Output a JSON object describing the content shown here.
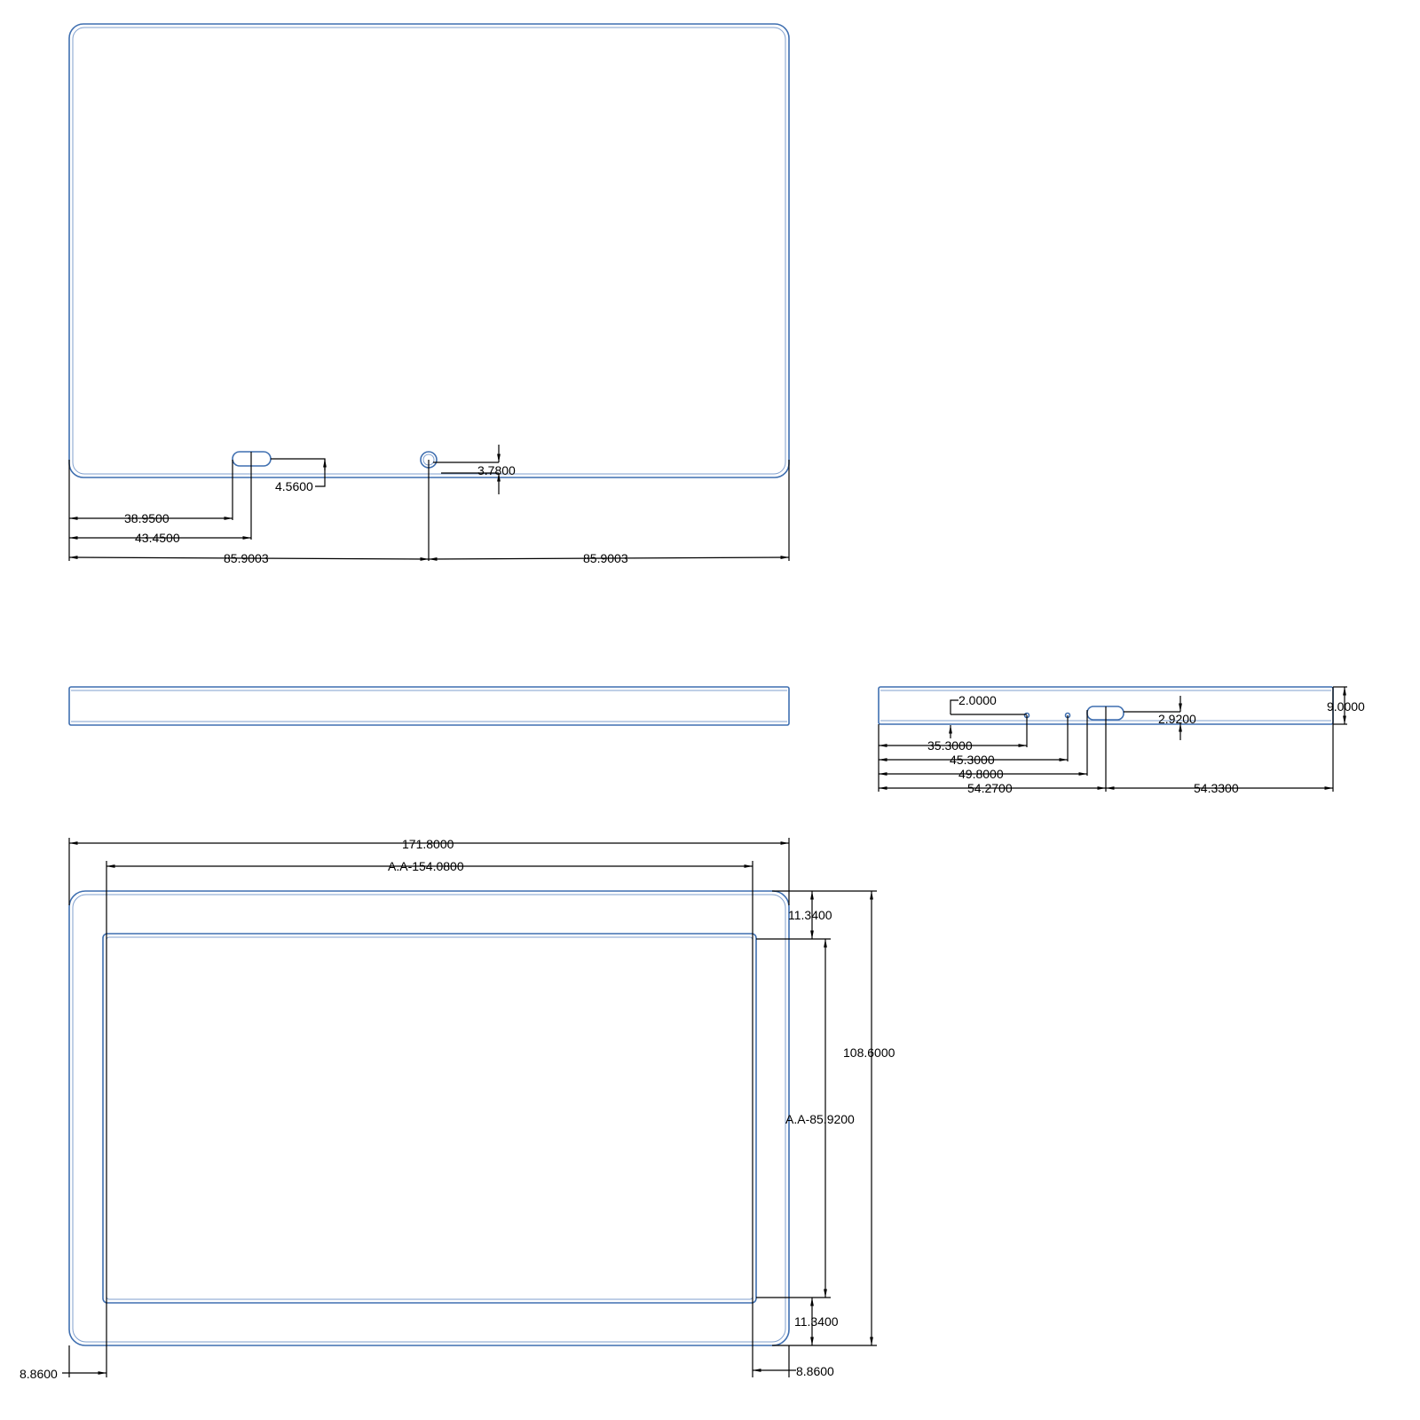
{
  "colors": {
    "outline": "#3f6fb0",
    "dimension": "#000000"
  },
  "top_view": {
    "slot_x_near": "38.9500",
    "slot_x_far": "43.4500",
    "slot_depth": "4.5600",
    "hole_depth": "3.7800",
    "half_left": "85.9003",
    "half_right": "85.9003"
  },
  "side_view": {
    "hole_dia": "2.0000",
    "slot_h": "2.9200",
    "thickness": "9.0000",
    "hole1_x": "35.3000",
    "hole2_x": "45.3000",
    "slot_x": "49.8000",
    "left_w": "54.2700",
    "right_w": "54.3300"
  },
  "front_view": {
    "width": "171.8000",
    "aa_width": "A.A-154.0800",
    "height": "108.6000",
    "aa_height": "A.A-85.9200",
    "top_border": "11.3400",
    "bottom_border": "11.3400",
    "left_border": "8.8600",
    "right_border": "8.8600"
  }
}
